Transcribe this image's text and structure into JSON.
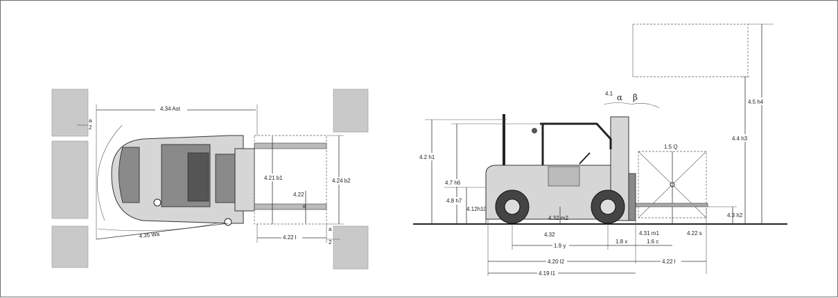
{
  "top_view": {
    "labels": {
      "ast": "4.34 Ast",
      "a_top": "a",
      "a_top_half": "2",
      "b1": "4.21 b1",
      "b2": "4.24 b2",
      "e": "4.22",
      "e_vert": "e",
      "l": "4.22 l",
      "wa": "4.35 Wa",
      "a_bot": "a",
      "a_bot_half": "2"
    }
  },
  "side_view": {
    "labels": {
      "tilt": "4.1",
      "alpha": "α",
      "beta": "β",
      "h1": "4.2 h1",
      "h6": "4.7 h6",
      "h7": "4.8 h7",
      "h10": "4.12h10",
      "m2": "4.32 m2",
      "m_small": "4.32",
      "y": "1.9 y",
      "x": "1.8 x",
      "m1": "4.31 m1",
      "c": "1.6 c",
      "s": "4.22 s",
      "l2": "4.20 l2",
      "l": "4.22 l",
      "l1": "4.19 l1",
      "q": "1.5 Q",
      "h2": "4.3 h2",
      "h3": "4.4 h3",
      "h4": "4.5 h4"
    }
  }
}
